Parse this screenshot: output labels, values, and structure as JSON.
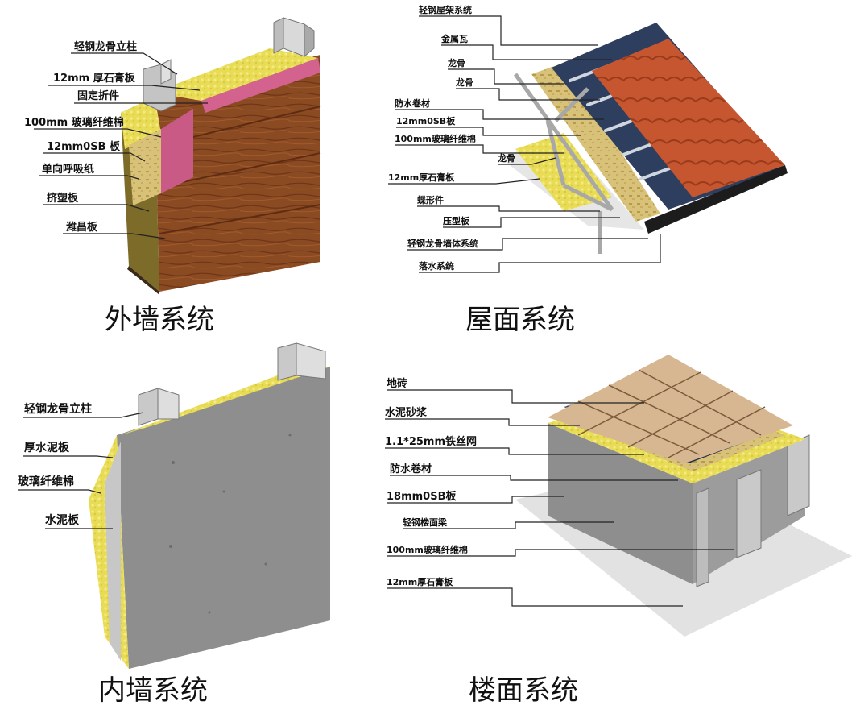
{
  "exterior_wall": {
    "caption": "外墙系统",
    "labels": [
      "轻钢龙骨立柱",
      "12mm 厚石膏板",
      "固定折件",
      "100mm 玻璃纤维棉",
      "12mm0SB 板",
      "单向呼吸纸",
      "挤塑板",
      "潍昌板"
    ]
  },
  "roof": {
    "caption": "屋面系统",
    "labels": [
      "轻钢屋架系统",
      "金属瓦",
      "龙骨",
      "龙骨",
      "防水卷材",
      "12mm0SB板",
      "100mm玻璃纤维棉",
      "龙骨",
      "12mm厚石膏板",
      "蝶形件",
      "压型板",
      "轻钢龙骨墙体系统",
      "落水系统"
    ]
  },
  "interior_wall": {
    "caption": "内墙系统",
    "labels": [
      "轻钢龙骨立柱",
      "厚水泥板",
      "玻璃纤维棉",
      "水泥板"
    ]
  },
  "floor": {
    "caption": "楼面系统",
    "labels": [
      "地砖",
      "水泥砂浆",
      "1.1*25mm铁丝网",
      "防水卷材",
      "18mm0SB板",
      "轻钢楼面梁",
      "100mm玻璃纤维棉",
      "12mm厚石膏板"
    ]
  },
  "colors": {
    "wood": "#8a4a22",
    "insulation": "#e8d84a",
    "cement": "#8e8e8e",
    "roof_tile": "#c5562f",
    "membrane": "#2e3e5e",
    "tile_floor": "#d6b791",
    "steel": "#b9b9b9"
  }
}
